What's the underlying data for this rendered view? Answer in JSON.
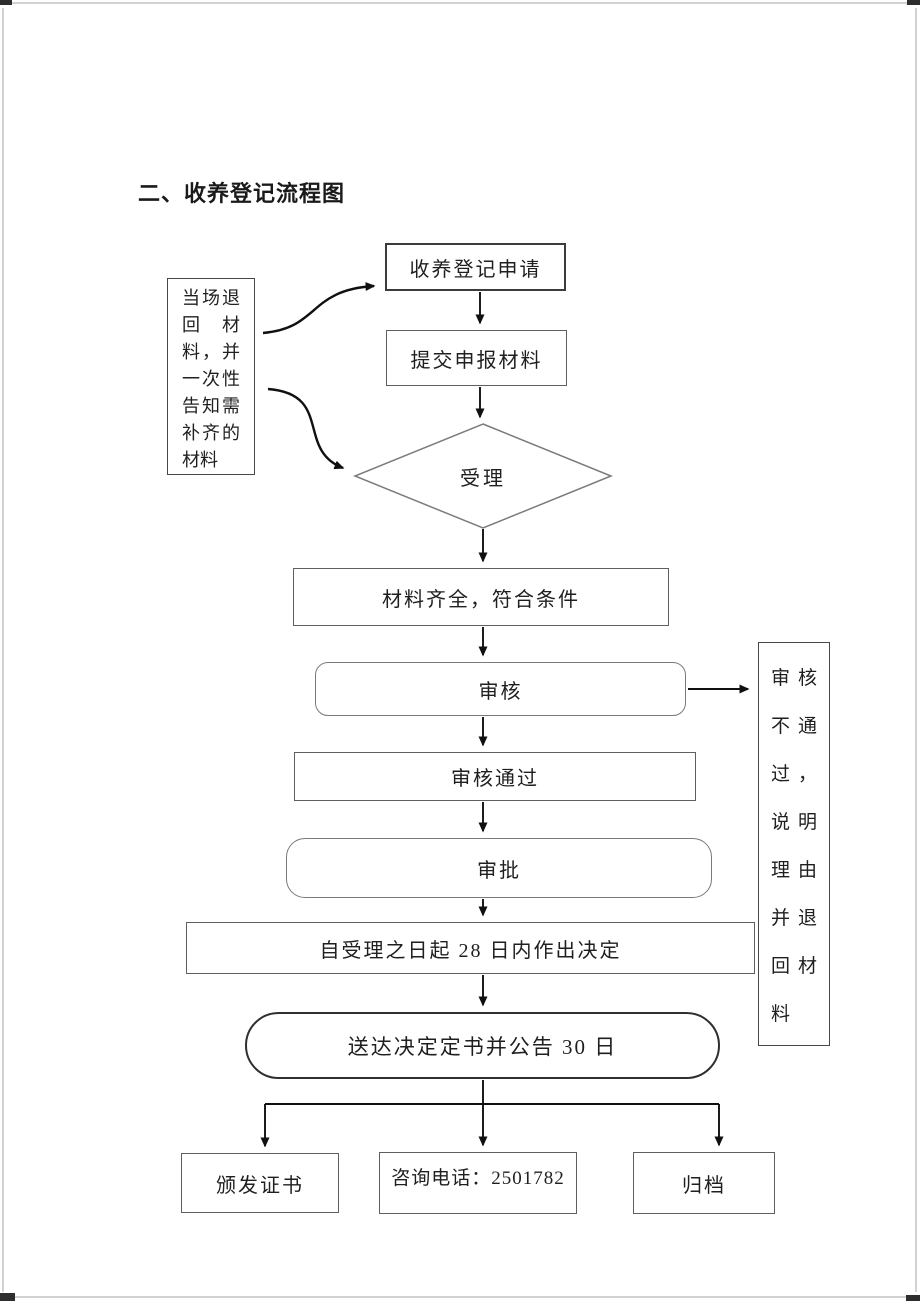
{
  "page": {
    "title": "二、收养登记流程图"
  },
  "flow": {
    "left_note": "当场退回材料，并一次性告知需补齐的材料",
    "right_note_lines": [
      "审核",
      "不通",
      "过，",
      "说明",
      "理由",
      "并退",
      "回材",
      "料"
    ],
    "nodes": {
      "apply": "收养登记申请",
      "submit": "提交申报材料",
      "accept": "受理",
      "complete": "材料齐全，符合条件",
      "review": "审核",
      "review_pass": "审核通过",
      "approve": "审批",
      "decision": "自受理之日起 28 日内作出决定",
      "announce": "送达决定定书并公告 30 日",
      "certificate": "颁发证书",
      "phone": "咨询电话：2501782",
      "archive": "归档"
    }
  }
}
